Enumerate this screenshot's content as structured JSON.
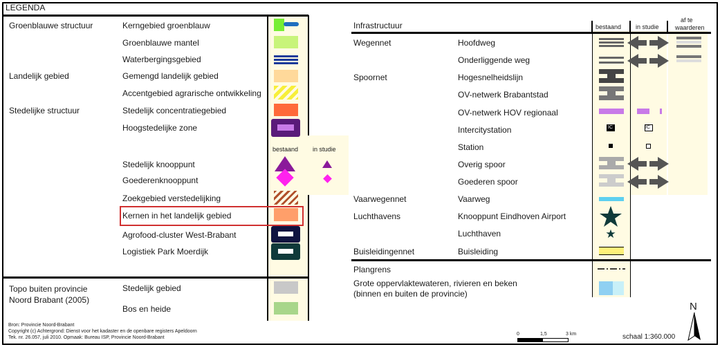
{
  "title": "LEGENDA",
  "left": {
    "categories": {
      "groenblauw": "Groenblauwe structuur",
      "landelijk": "Landelijk gebied",
      "stedelijk": "Stedelijke structuur",
      "topo": "Topo buiten provincie Noord Brabant (2005)"
    },
    "items": {
      "kerngebied": "Kerngebied groenblauw",
      "mantel": "Groenblauwe mantel",
      "waterberging": "Waterbergingsgebied",
      "gemengd": "Gemengd landelijk gebied",
      "accent": "Accentgebied agrarische ontwikkeling",
      "concentratie": "Stedelijk concentratiegebied",
      "hoogstedelijk": "Hoogstedelijke zone",
      "knooppunt": "Stedelijk knooppunt",
      "goederen": "Goederenknooppunt",
      "zoekgebied": "Zoekgebied verstedelijking",
      "kernen": "Kernen in het landelijk gebied",
      "agrofood": "Agrofood-cluster West-Brabant",
      "logistiek": "Logistiek Park Moerdijk",
      "stedelijk_gebied": "Stedelijk gebied",
      "bos": "Bos en heide"
    },
    "col_bestaand": "bestaand",
    "col_studie": "in studie"
  },
  "right": {
    "header": {
      "infra": "Infrastructuur",
      "bestaand": "bestaand",
      "studie": "in studie",
      "af": "af te",
      "waarderen": "waarderen"
    },
    "categories": {
      "wegennet": "Wegennet",
      "spoornet": "Spoornet",
      "vaarwegennet": "Vaarwegennet",
      "luchthavens": "Luchthavens",
      "buisleidingen": "Buisleidingennet"
    },
    "items": {
      "hoofdweg": "Hoofdweg",
      "onderliggende": "Onderliggende weg",
      "hsl": "Hogesnelheidslijn",
      "ov_brabant": "OV-netwerk Brabantstad",
      "ov_hov": "OV-netwerk HOV regionaal",
      "intercity": "Intercitystation",
      "station": "Station",
      "overig": "Overig spoor",
      "goederenspoor": "Goederen spoor",
      "vaarweg": "Vaarweg",
      "eindhoven": "Knooppunt Eindhoven Airport",
      "luchthaven": "Luchthaven",
      "buisleiding": "Buisleiding",
      "plangrens": "Plangrens",
      "wateren1": "Grote oppervlaktewateren, rivieren en beken",
      "wateren2": "(binnen en buiten de provincie)"
    },
    "ic_label": "IC"
  },
  "footer": {
    "bron": "Bron: Provincie Noord-Brabant",
    "copyright": "Copyright (c) Achtergrond: Dienst voor het kadaster en de openbare registers Apeldoorn",
    "tek": "Tek. nr. 26.057, juli 2010. Opmaak: Bureau ISP, Provincie Noord-Brabant",
    "scale_0": "0",
    "scale_15": "1,5",
    "scale_3": "3 km",
    "schaal": "schaal 1:360.000",
    "north": "N"
  },
  "highlight_color": "#d03030"
}
